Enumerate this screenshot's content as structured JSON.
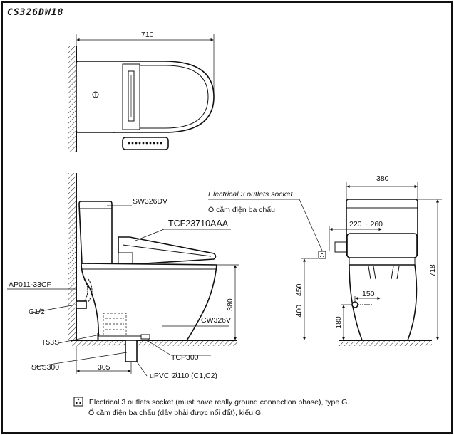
{
  "title": "CS326DW18",
  "top_view": {
    "width_dim": "710"
  },
  "side_view": {
    "labels": {
      "tank": "SW326DV",
      "seat": "TCF23710AAA",
      "valve": "AP011-33CF",
      "inlet": "G1/2",
      "bowl": "CW326V",
      "bolt": "T53S",
      "flange": "SCS300",
      "flange_plate": "TCP300",
      "pipe": "uPVC Ø110 (C1,C2)"
    },
    "dims": {
      "height": "380",
      "rough_in": "305"
    }
  },
  "front_view": {
    "socket_en": "Electrical 3 outlets socket",
    "socket_vi": "Ổ cắm điện ba chấu",
    "dims": {
      "width": "380",
      "socket_offset": "220 ~ 260",
      "socket_height": "400 ~ 450",
      "height": "718",
      "inlet_side": "150",
      "inlet_height": "180"
    }
  },
  "note": {
    "line1": ": Electrical 3 outlets socket (must have really ground connection phase), type G.",
    "line2": "Ổ cắm điện ba chấu (dây phải được nối đất), kiểu G."
  },
  "icons": [
    "socket-icon"
  ]
}
